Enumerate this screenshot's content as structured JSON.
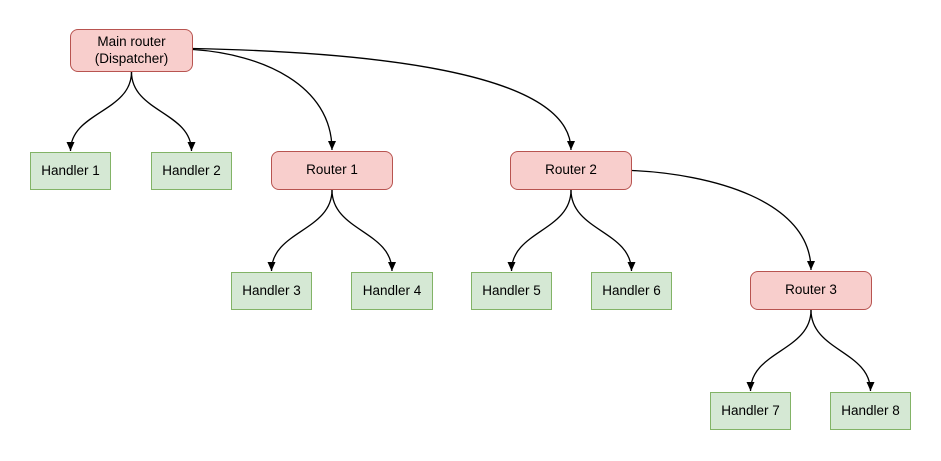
{
  "diagram": {
    "nodes": {
      "main_router": {
        "label": "Main router",
        "sublabel": "(Dispatcher)",
        "kind": "router"
      },
      "handler_1": {
        "label": "Handler 1",
        "kind": "handler"
      },
      "handler_2": {
        "label": "Handler 2",
        "kind": "handler"
      },
      "router_1": {
        "label": "Router 1",
        "kind": "router"
      },
      "router_2": {
        "label": "Router 2",
        "kind": "router"
      },
      "handler_3": {
        "label": "Handler 3",
        "kind": "handler"
      },
      "handler_4": {
        "label": "Handler 4",
        "kind": "handler"
      },
      "handler_5": {
        "label": "Handler 5",
        "kind": "handler"
      },
      "handler_6": {
        "label": "Handler 6",
        "kind": "handler"
      },
      "router_3": {
        "label": "Router 3",
        "kind": "router"
      },
      "handler_7": {
        "label": "Handler 7",
        "kind": "handler"
      },
      "handler_8": {
        "label": "Handler 8",
        "kind": "handler"
      }
    },
    "edges": [
      {
        "from": "main_router",
        "to": "handler_1"
      },
      {
        "from": "main_router",
        "to": "handler_2"
      },
      {
        "from": "main_router",
        "to": "router_1"
      },
      {
        "from": "main_router",
        "to": "router_2"
      },
      {
        "from": "router_1",
        "to": "handler_3"
      },
      {
        "from": "router_1",
        "to": "handler_4"
      },
      {
        "from": "router_2",
        "to": "handler_5"
      },
      {
        "from": "router_2",
        "to": "handler_6"
      },
      {
        "from": "router_2",
        "to": "router_3"
      },
      {
        "from": "router_3",
        "to": "handler_7"
      },
      {
        "from": "router_3",
        "to": "handler_8"
      }
    ],
    "colors": {
      "router_fill": "#f8cecc",
      "router_border": "#b85450",
      "handler_fill": "#d5e8d4",
      "handler_border": "#82b366",
      "edge": "#000000",
      "background": "#ffffff"
    }
  }
}
